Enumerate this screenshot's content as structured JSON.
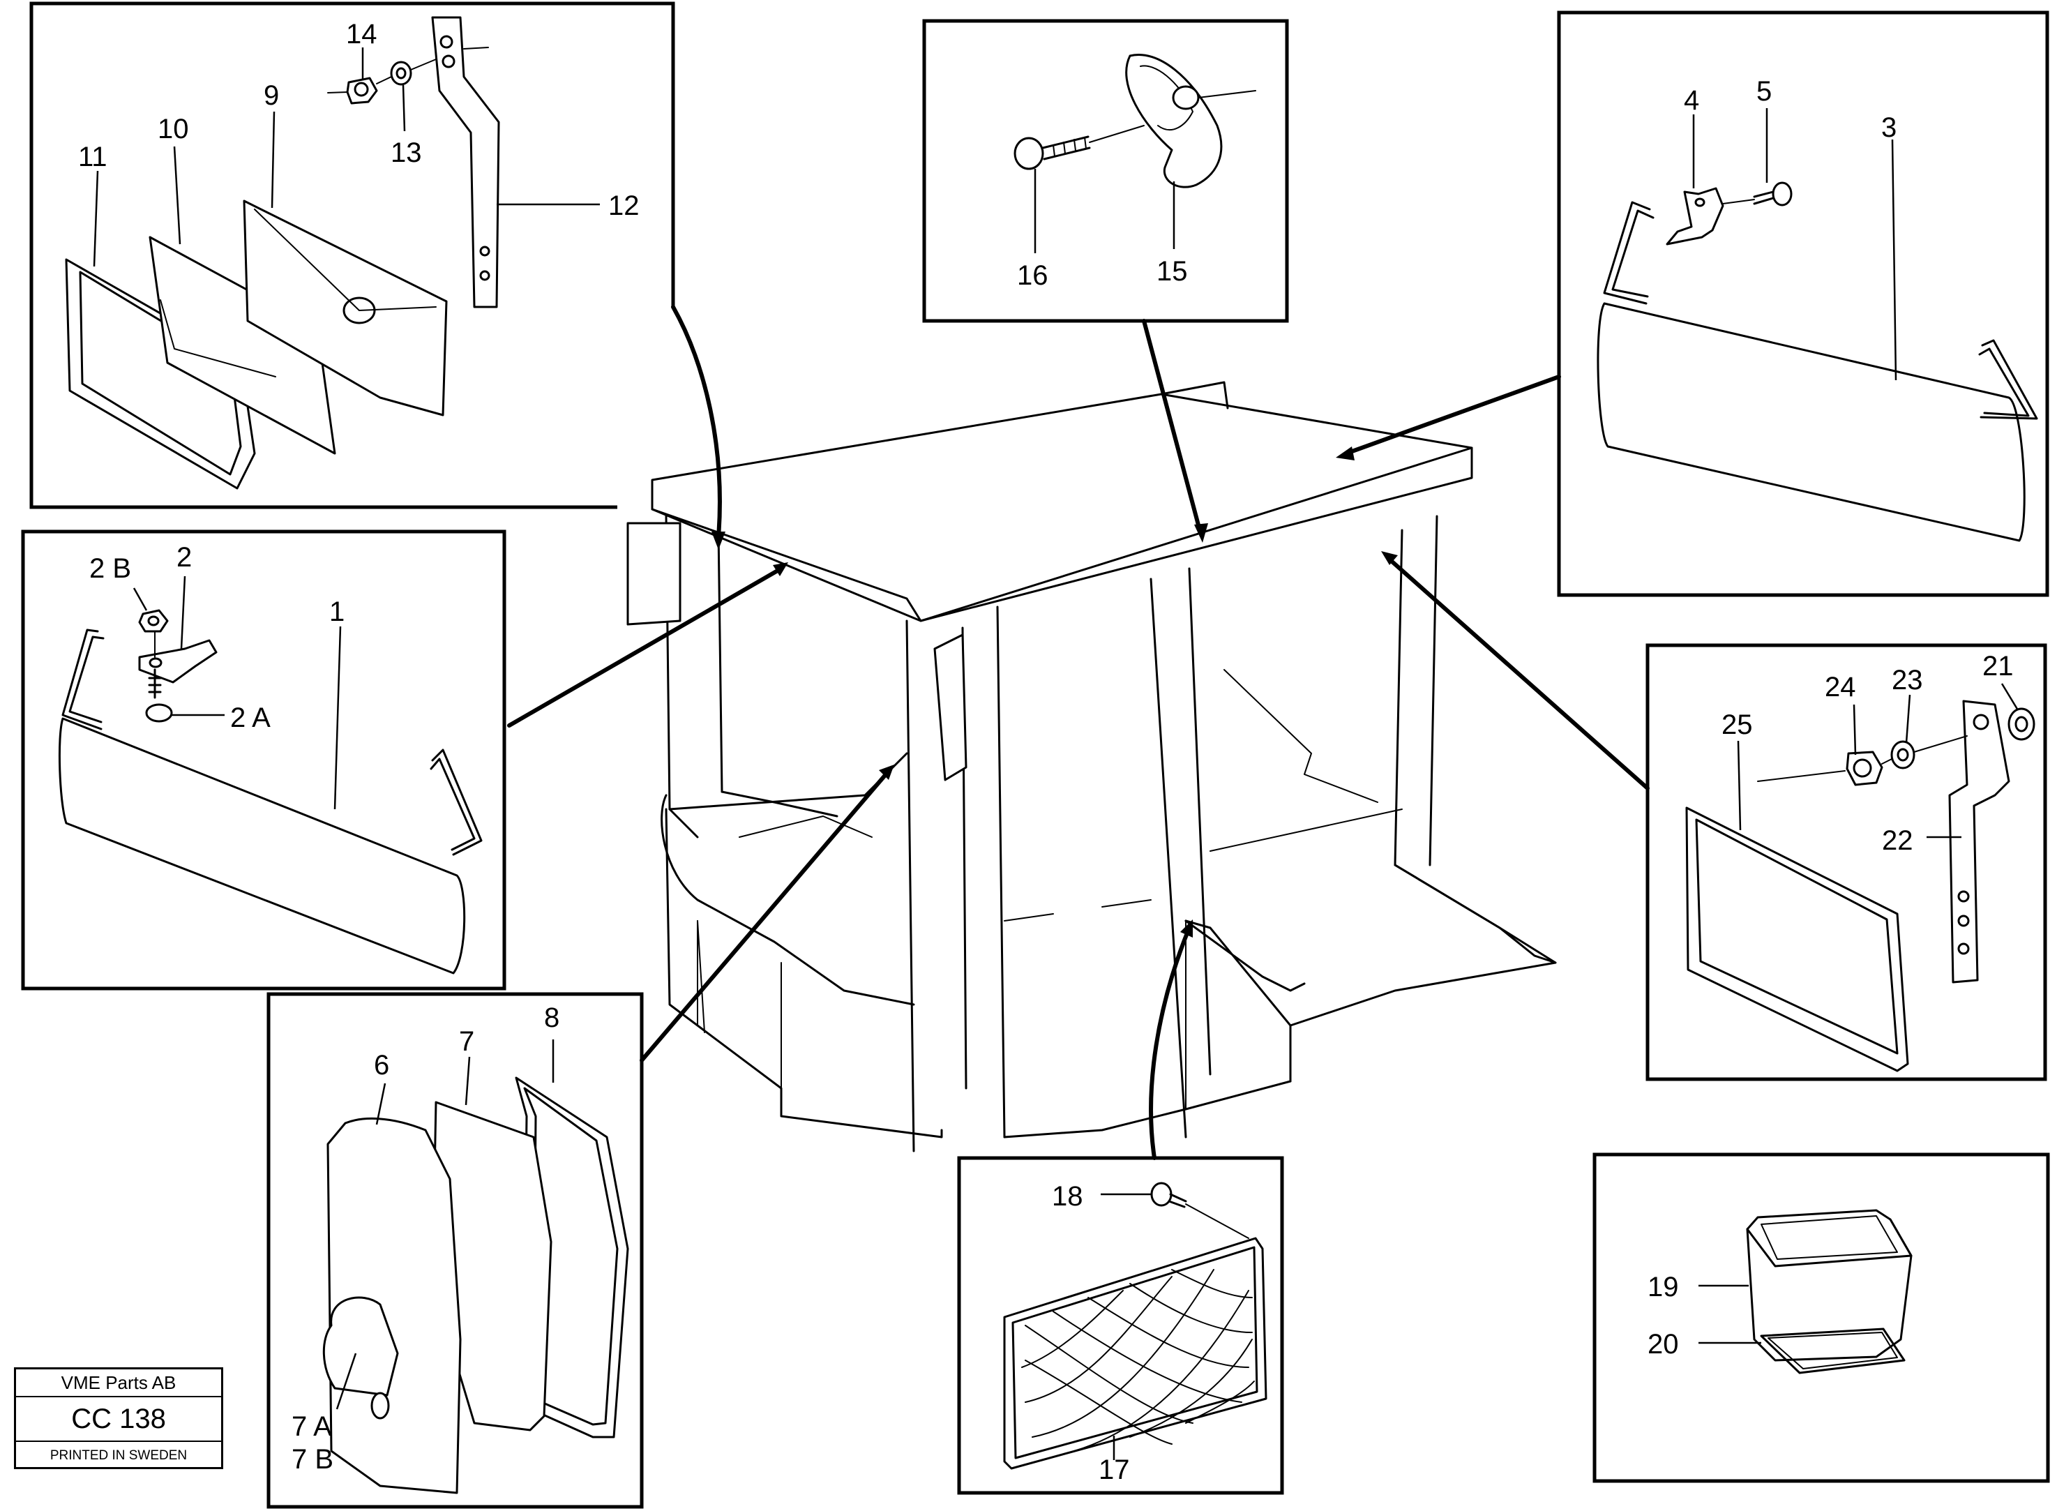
{
  "diagram": {
    "callouts": {
      "c1": "1",
      "c2": "2",
      "c2a": "2 A",
      "c2b": "2 B",
      "c3": "3",
      "c4": "4",
      "c5": "5",
      "c6": "6",
      "c7": "7",
      "c7a": "7 A",
      "c7b": "7 B",
      "c8": "8",
      "c9": "9",
      "c10": "10",
      "c11": "11",
      "c12": "12",
      "c13": "13",
      "c14": "14",
      "c15": "15",
      "c16": "16",
      "c17": "17",
      "c18": "18",
      "c19": "19",
      "c20": "20",
      "c21": "21",
      "c22": "22",
      "c23": "23",
      "c24": "24",
      "c25": "25"
    }
  },
  "title_block": {
    "company": "VME Parts AB",
    "code": "CC 138",
    "printed": "PRINTED IN SWEDEN"
  }
}
